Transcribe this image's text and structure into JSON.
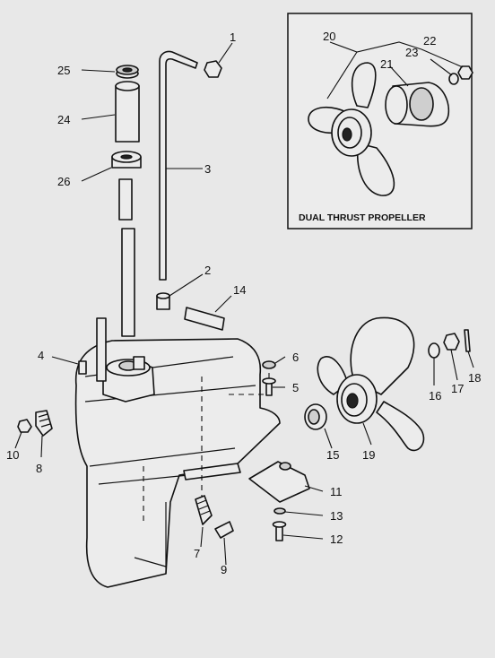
{
  "inset": {
    "title": "DUAL THRUST PROPELLER"
  },
  "callouts": {
    "p1": "1",
    "p2": "2",
    "p3": "3",
    "p4": "4",
    "p5": "5",
    "p6": "6",
    "p7": "7",
    "p8": "8",
    "p9": "9",
    "p10": "10",
    "p11": "11",
    "p12": "12",
    "p13": "13",
    "p14": "14",
    "p15": "15",
    "p16": "16",
    "p17": "17",
    "p18": "18",
    "p19": "19",
    "p20": "20",
    "p21": "21",
    "p22": "22",
    "p23": "23",
    "p24": "24",
    "p25": "25",
    "p26": "26"
  }
}
